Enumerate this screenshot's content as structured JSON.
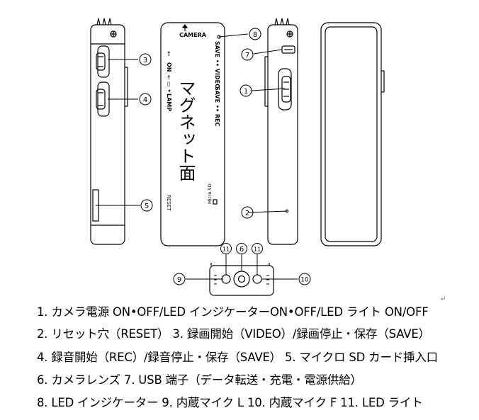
{
  "diagram": {
    "front": {
      "camera_label": "CAMERA",
      "magnet_face_label": "マグネット面",
      "microsd_label": "Micro SD",
      "reset_label": "RESET"
    },
    "side_left": {
      "usb_symbol": "⭠",
      "on_label": "ON",
      "lamp_label": "LAMP",
      "indicator_labels": "⭠ ▭ •"
    },
    "side_right": {
      "save_video_label": "SAVE •• VIDEO",
      "save_rec_label": "SAVE •• REC"
    },
    "callouts": [
      "1",
      "2",
      "3",
      "4",
      "5",
      "6",
      "7",
      "8",
      "9",
      "10",
      "11",
      "11"
    ]
  },
  "captions": [
    "1. カメラ電源 ON•OFF/LED インジケーターON•OFF/LED ライト ON/OFF",
    "2. リセット穴（RESET） 3. 録画開始（VIDEO）/録画停止・保存（SAVE）",
    "4. 録音開始（REC）/録音停止・保存（SAVE） 5. マイクロ SD カード挿入口",
    "6. カメラレンズ 7. USB 端子（データ転送・充電・電源供給）",
    "8. LED インジケーター 9. 内蔵マイク L 10. 内蔵マイク F 11. LED ライト"
  ],
  "return_mark": "↵"
}
